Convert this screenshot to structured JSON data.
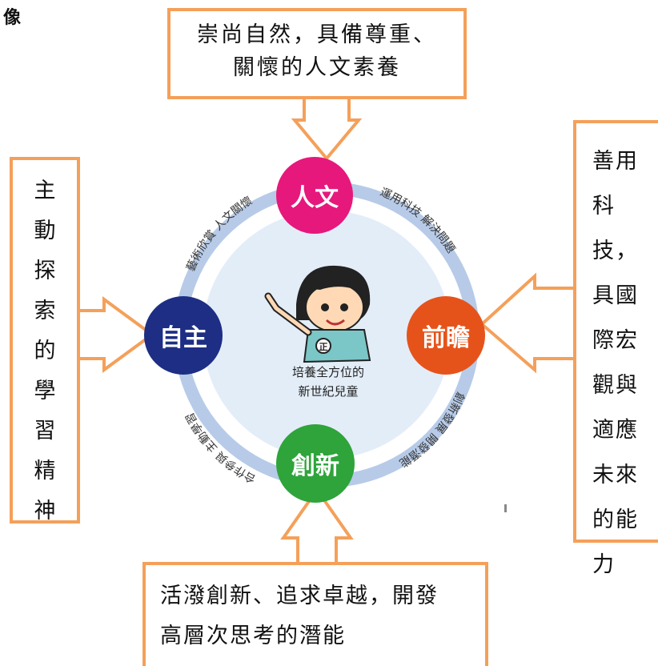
{
  "heading": "像",
  "top_box": {
    "lines": [
      "崇尚自然，具備尊重、",
      "關懷的人文素養"
    ]
  },
  "left_box": {
    "chars": [
      "主",
      "動",
      "探",
      "索",
      "的",
      "學",
      "習",
      "精",
      "神"
    ]
  },
  "right_box": {
    "lines": [
      "善用",
      "科",
      "技，",
      "具國",
      "際宏",
      "觀與",
      "適應",
      "未來",
      "的能",
      "力"
    ]
  },
  "bottom_box": {
    "lines": [
      "活潑創新、追求卓越，開發",
      "高層次思考的潛能"
    ]
  },
  "nodes": {
    "top": {
      "label": "人文",
      "color": "#e6187c"
    },
    "left": {
      "label": "自主",
      "color": "#1d2e84"
    },
    "right": {
      "label": "前瞻",
      "color": "#e6531a"
    },
    "bottom": {
      "label": "創新",
      "color": "#2ea43b"
    }
  },
  "arc_labels": {
    "top_left": "藝術欣賞 人文關懷",
    "top_right": "運用科技 解決問題",
    "bottom_left": "合作參與 主動學習",
    "bottom_right": "創新發展 開發潛能"
  },
  "center": {
    "lines": [
      "培養全方位的",
      "新世紀兒童"
    ]
  },
  "mascot_badge": "正",
  "colors": {
    "box_border": "#f4a05a",
    "ring": "#b7cbe8",
    "inner": "#e3edf8"
  }
}
